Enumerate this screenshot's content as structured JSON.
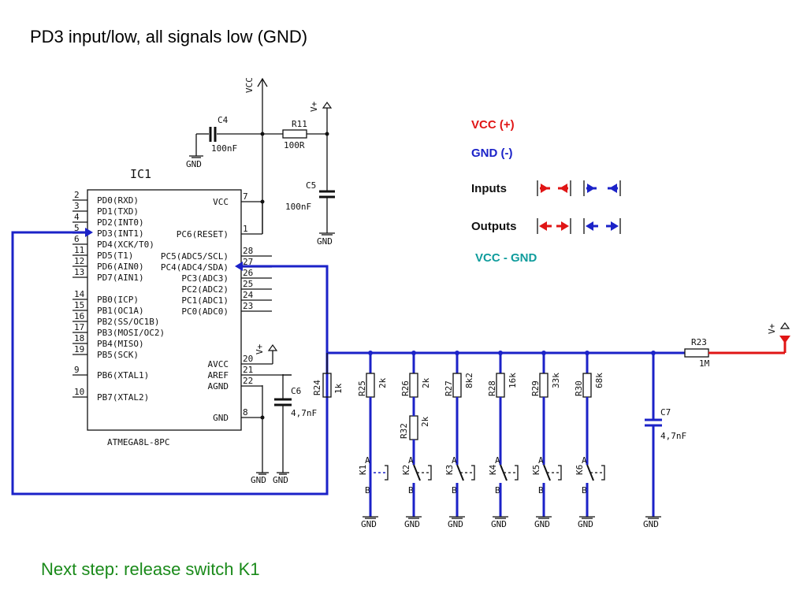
{
  "title": "PD3 input/low, all signals low (GND)",
  "footer": "Next step: release switch K1",
  "colors": {
    "vcc": "#e01515",
    "gnd": "#1b22c8",
    "vcc_gnd": "#0f9c9c",
    "note": "#1a8a1a"
  },
  "legend": {
    "vcc": "VCC (+)",
    "gnd": "GND (-)",
    "inputs": "Inputs",
    "outputs": "Outputs",
    "vcc_gnd": "VCC - GND"
  },
  "ic": {
    "ref": "IC1",
    "part": "ATMEGA8L-8PC",
    "left_pins": [
      {
        "num": "2",
        "name": "PD0(RXD)"
      },
      {
        "num": "3",
        "name": "PD1(TXD)"
      },
      {
        "num": "4",
        "name": "PD2(INT0)"
      },
      {
        "num": "5",
        "name": "PD3(INT1)"
      },
      {
        "num": "6",
        "name": "PD4(XCK/T0)"
      },
      {
        "num": "11",
        "name": "PD5(T1)"
      },
      {
        "num": "12",
        "name": "PD6(AIN0)"
      },
      {
        "num": "13",
        "name": "PD7(AIN1)"
      },
      {
        "num": "14",
        "name": "PB0(ICP)"
      },
      {
        "num": "15",
        "name": "PB1(OC1A)"
      },
      {
        "num": "16",
        "name": "PB2(SS/OC1B)"
      },
      {
        "num": "17",
        "name": "PB3(MOSI/OC2)"
      },
      {
        "num": "18",
        "name": "PB4(MISO)"
      },
      {
        "num": "19",
        "name": "PB5(SCK)"
      },
      {
        "num": "9",
        "name": "PB6(XTAL1)"
      },
      {
        "num": "10",
        "name": "PB7(XTAL2)"
      }
    ],
    "right_pins": [
      {
        "num": "7",
        "name": "VCC"
      },
      {
        "num": "1",
        "name": "PC6(RESET)"
      },
      {
        "num": "28",
        "name": "PC5(ADC5/SCL)"
      },
      {
        "num": "27",
        "name": "PC4(ADC4/SDA)"
      },
      {
        "num": "26",
        "name": "PC3(ADC3)"
      },
      {
        "num": "25",
        "name": "PC2(ADC2)"
      },
      {
        "num": "24",
        "name": "PC1(ADC1)"
      },
      {
        "num": "23",
        "name": "PC0(ADC0)"
      },
      {
        "num": "20",
        "name": "AVCC"
      },
      {
        "num": "21",
        "name": "AREF"
      },
      {
        "num": "22",
        "name": "AGND"
      },
      {
        "num": "8",
        "name": "GND"
      }
    ]
  },
  "components": {
    "c4": {
      "ref": "C4",
      "value": "100nF"
    },
    "r11": {
      "ref": "R11",
      "value": "100R"
    },
    "c5": {
      "ref": "C5",
      "value": "100nF"
    },
    "c6": {
      "ref": "C6",
      "value": "4,7nF"
    },
    "c7": {
      "ref": "C7",
      "value": "4,7nF"
    },
    "r23": {
      "ref": "R23",
      "value": "1M"
    },
    "r24": {
      "ref": "R24",
      "value": "1k"
    },
    "r32": {
      "ref": "R32",
      "value": "2k"
    }
  },
  "ladder": [
    {
      "ref": "R25",
      "value": "2k",
      "switch": "K1"
    },
    {
      "ref": "R26",
      "value": "2k",
      "switch": "K2"
    },
    {
      "ref": "R27",
      "value": "8k2",
      "switch": "K3"
    },
    {
      "ref": "R28",
      "value": "16k",
      "switch": "K4"
    },
    {
      "ref": "R29",
      "value": "33k",
      "switch": "K5"
    },
    {
      "ref": "R30",
      "value": "68k",
      "switch": "K6"
    }
  ],
  "labels": {
    "vcc": "VCC",
    "vplus": "V+",
    "gnd": "GND",
    "switch_a": "A",
    "switch_b": "B"
  }
}
